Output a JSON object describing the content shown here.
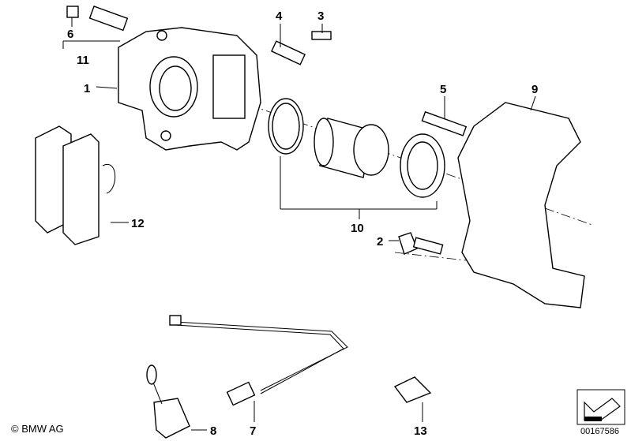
{
  "labels": {
    "p1": "1",
    "p2": "2",
    "p3": "3",
    "p4": "4",
    "p5": "5",
    "p6": "6",
    "p7": "7",
    "p8": "8",
    "p9": "9",
    "p10": "10",
    "p11": "11",
    "p12": "12",
    "p13": "13"
  },
  "footer": {
    "copyright": "© BMW AG",
    "diagram_id": "00167586"
  }
}
